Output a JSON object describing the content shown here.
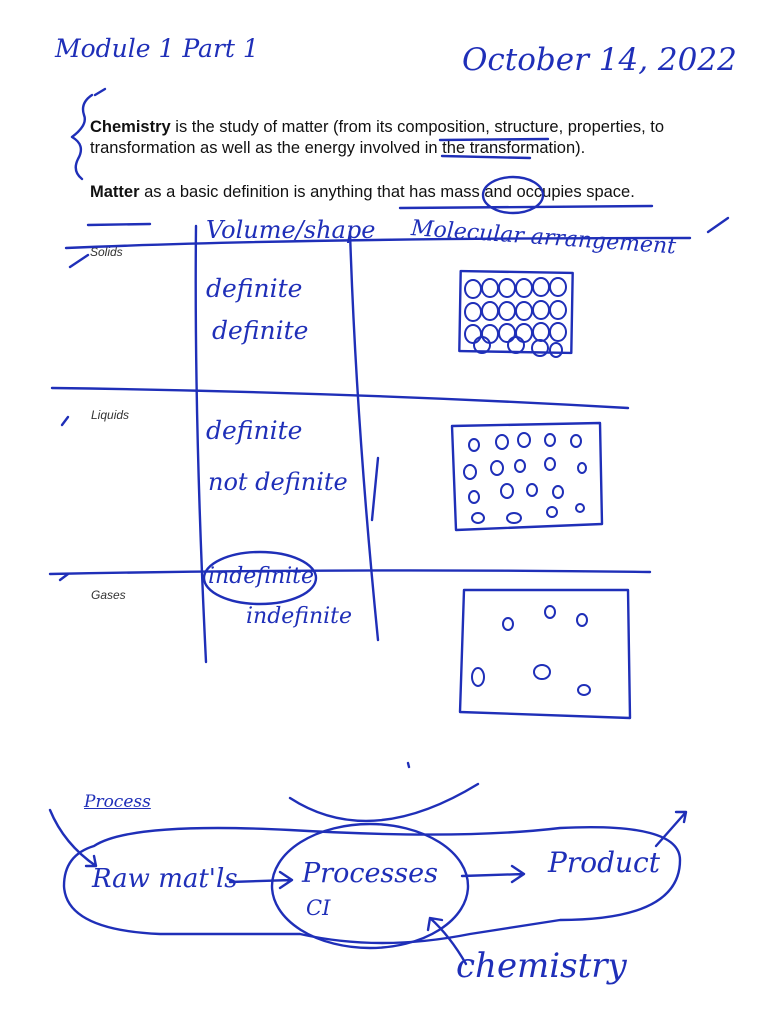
{
  "handwriting": {
    "heading": "Module 1 Part 1",
    "date": "October 14, 2022",
    "table_col_volume": "Volume/shape",
    "table_col_molecular": "Molecular arrangement",
    "solids_volume": "definite",
    "solids_shape": "definite",
    "liquids_volume": "definite",
    "liquids_shape": "not definite",
    "gases_volume": "indefinite",
    "gases_shape": "indefinite",
    "process_title": "Process",
    "raw_materials": "Raw mat'ls",
    "processes": "Processes",
    "ci": "CI",
    "product": "Product",
    "chemistry": "chemistry"
  },
  "typed": {
    "chemistry_term": "Chemistry",
    "chemistry_def": " is the study of matter (from its composition, structure, properties, to transformation as well as the energy involved in the transformation).",
    "matter_term": "Matter",
    "matter_def": " as a basic definition is anything that has mass and occupies space."
  },
  "rows": {
    "solids": "Solids",
    "liquids": "Liquids",
    "gases": "Gases"
  },
  "colors": {
    "ink": "#1f2fb8",
    "text": "#111111"
  }
}
